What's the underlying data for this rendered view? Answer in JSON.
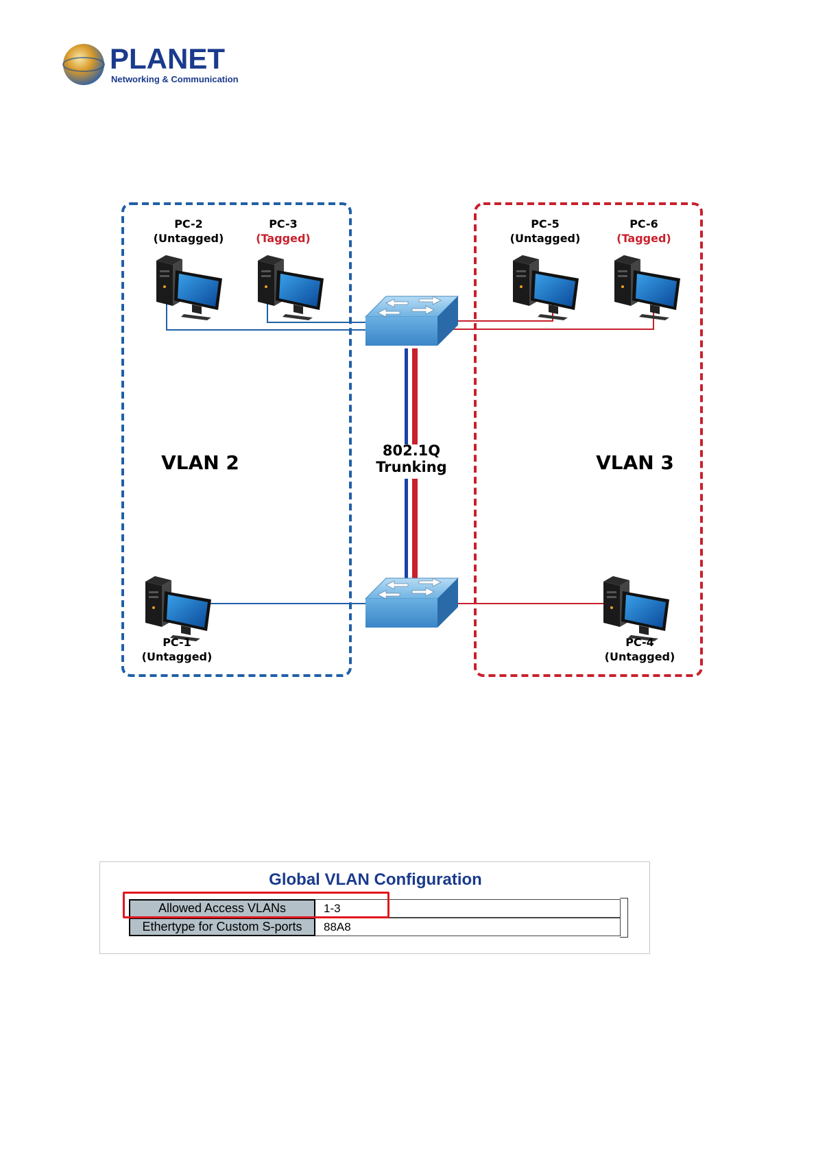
{
  "logo": {
    "brand": "PLANET",
    "tagline": "Networking & Communication"
  },
  "diagram": {
    "vlan_left": "VLAN 2",
    "vlan_right": "VLAN 3",
    "trunk_line1": "802.1Q",
    "trunk_line2": "Trunking",
    "pcs": {
      "pc2": {
        "name": "PC-2",
        "mode": "(Untagged)"
      },
      "pc3": {
        "name": "PC-3",
        "mode": "(Tagged)"
      },
      "pc5": {
        "name": "PC-5",
        "mode": "(Untagged)"
      },
      "pc6": {
        "name": "PC-6",
        "mode": "(Tagged)"
      },
      "pc1": {
        "name": "PC-1",
        "mode": "(Untagged)"
      },
      "pc4": {
        "name": "PC-4",
        "mode": "(Untagged)"
      }
    },
    "colors": {
      "vlan2": "#1f5fa8",
      "vlan3": "#c8202c",
      "tagged_text": "#c8202c",
      "switch": "#5aa0d8"
    }
  },
  "config": {
    "title": "Global VLAN Configuration",
    "rows": [
      {
        "label": "Allowed Access VLANs",
        "value": "1-3"
      },
      {
        "label": "Ethertype for Custom S-ports",
        "value": "88A8"
      }
    ],
    "highlight_color": "#e0161e"
  }
}
